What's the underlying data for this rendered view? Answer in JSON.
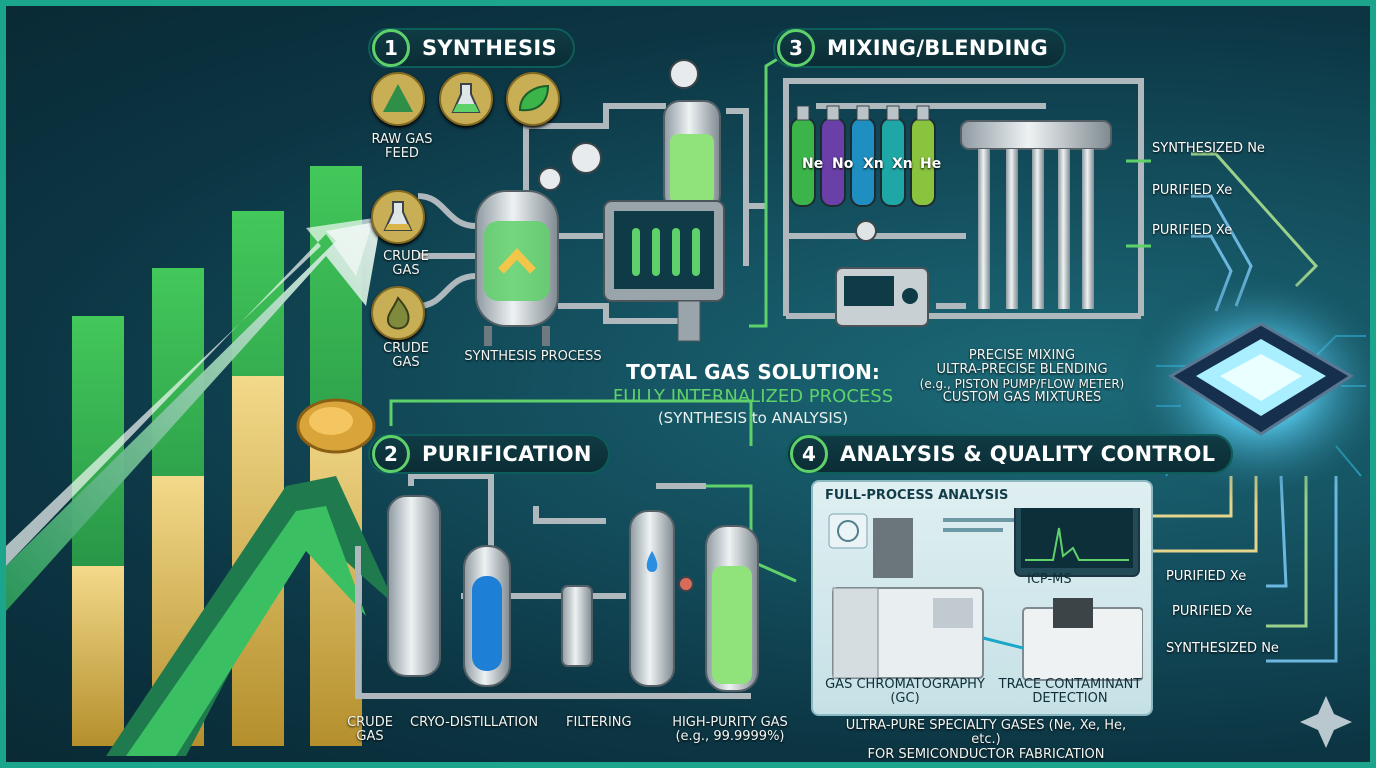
{
  "steps": [
    {
      "num": "1",
      "title": "SYNTHESIS"
    },
    {
      "num": "2",
      "title": "PURIFICATION"
    },
    {
      "num": "3",
      "title": "MIXING/BLENDING"
    },
    {
      "num": "4",
      "title": "ANALYSIS & QUALITY CONTROL"
    }
  ],
  "center": {
    "line1": "TOTAL GAS SOLUTION:",
    "line2": "FULLY INTERNALIZED PROCESS",
    "line3": "(SYNTHESIS to ANALYSIS)"
  },
  "synthesis": {
    "raw_gas_feed": "RAW GAS FEED",
    "crude_gas_1": "CRUDE GAS",
    "crude_gas_2": "CRUDE GAS",
    "process": "SYNTHESIS PROCESS"
  },
  "purification": {
    "crude_gas": "CRUDE GAS",
    "cryo": "CRYO-DISTILLATION",
    "filtering": "FILTERING",
    "hp_gas": "HIGH-PURITY GAS",
    "hp_gas_example": "(e.g., 99.9999%)"
  },
  "mixing": {
    "cylinders": [
      "Ne",
      "No",
      "Xn",
      "Xn",
      "He"
    ],
    "cylinder_colors": [
      "#3bb54a",
      "#6a3fa8",
      "#1e8fc0",
      "#1fa6a6",
      "#8ac43f"
    ],
    "desc": [
      "PRECISE MIXING",
      "ULTRA-PRECISE BLENDING",
      "(e.g., PISTON PUMP/FLOW METER)",
      "CUSTOM GAS MIXTURES"
    ]
  },
  "analysis": {
    "full_process": "FULL-PROCESS ANALYSIS",
    "icpms": "ICP-MS",
    "gc": "GAS CHROMATOGRAPHY (GC)",
    "trace": "TRACE CONTAMINANT DETECTION"
  },
  "chip_inputs": [
    "SYNTHESIZED Ne",
    "PURIFIED Xe",
    "PURIFIED Xe"
  ],
  "chip_outputs": [
    "PURIFIED Xe",
    "PURIFIED Xe",
    "SYNTHESIZED Ne"
  ],
  "footer": [
    "ULTRA-PURE SPECIALTY GASES (Ne, Xe, He, etc.)",
    "FOR SEMICONDUCTOR FABRICATION"
  ],
  "colors": {
    "accent_green": "#5fd16a",
    "gold": "#c8ae55",
    "pipe": "#b9c3c8",
    "chip_glow": "#7fe6ff"
  }
}
